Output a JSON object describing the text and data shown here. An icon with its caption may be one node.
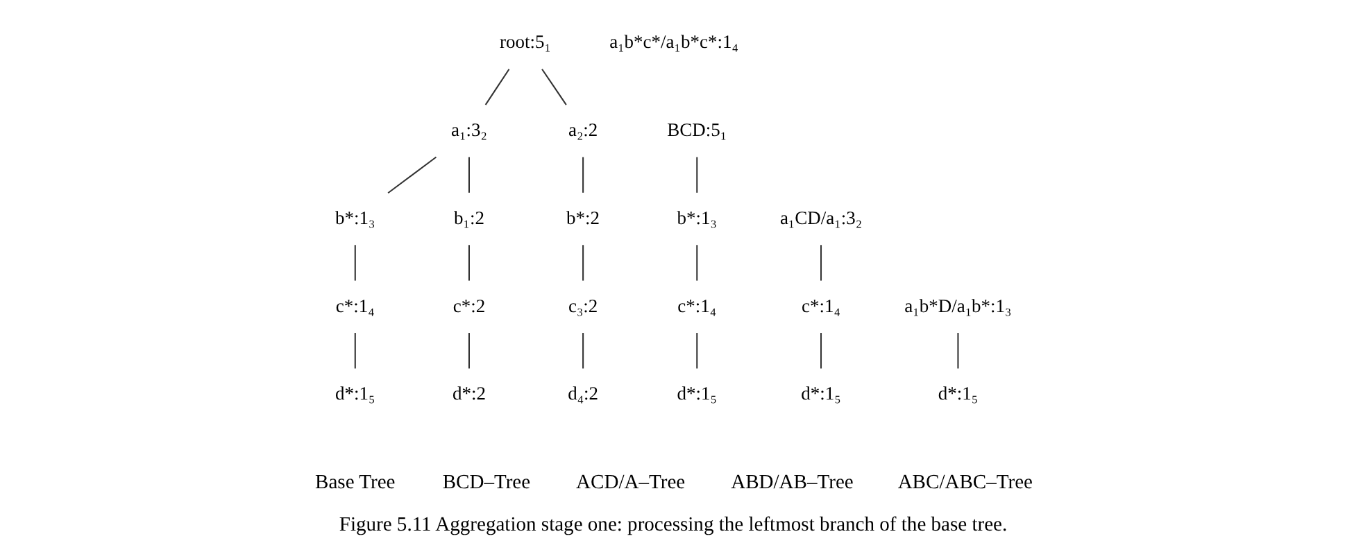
{
  "diagram": {
    "caption": "Figure 5.11 Aggregation stage one: processing the leftmost branch of the base tree.",
    "nodes": [
      {
        "text": [
          "root:5₁"
        ]
      },
      {
        "text": [
          "a₁:3₂"
        ]
      },
      {
        "text": [
          "a₂:2"
        ]
      },
      {
        "text": [
          "b*:1₃"
        ]
      },
      {
        "text": [
          "b₁:2"
        ]
      },
      {
        "text": [
          "b*:2"
        ]
      },
      {
        "text": [
          "c*:1₄"
        ]
      },
      {
        "text": [
          "c*:2"
        ]
      },
      {
        "text": [
          "c₃:2"
        ]
      },
      {
        "text": [
          "d*:1₅"
        ]
      },
      {
        "text": [
          "d*:2"
        ]
      },
      {
        "text": [
          "d₄:2"
        ]
      },
      {
        "text": [
          "BCD:5₁"
        ]
      },
      {
        "text": [
          "b*:1₃"
        ]
      },
      {
        "text": [
          "c*:1₄"
        ]
      },
      {
        "text": [
          "d*:1₅"
        ]
      },
      {
        "text": [
          "a₁CD/a₁:3₂"
        ]
      },
      {
        "text": [
          "c*:1₄"
        ]
      },
      {
        "text": [
          "d*:1₅"
        ]
      },
      {
        "text": [
          "a₁b*D/a₁b*:1₃"
        ]
      },
      {
        "text": [
          "d*:1₅"
        ]
      },
      {
        "text": [
          "a₁b*c*/a₁b*c*:1₄"
        ]
      }
    ],
    "edges": [
      {
        "from": 0,
        "to": 1,
        "arrow": "none"
      },
      {
        "from": 0,
        "to": 2,
        "arrow": "none"
      },
      {
        "from": 1,
        "to": 3,
        "arrow": "none"
      },
      {
        "from": 1,
        "to": 4,
        "arrow": "none"
      },
      {
        "from": 2,
        "to": 5,
        "arrow": "none"
      },
      {
        "from": 3,
        "to": 6,
        "arrow": "none"
      },
      {
        "from": 4,
        "to": 7,
        "arrow": "none"
      },
      {
        "from": 5,
        "to": 8,
        "arrow": "none"
      },
      {
        "from": 6,
        "to": 9,
        "arrow": "none"
      },
      {
        "from": 7,
        "to": 10,
        "arrow": "none"
      },
      {
        "from": 8,
        "to": 11,
        "arrow": "none"
      },
      {
        "from": 12,
        "to": 13,
        "arrow": "none"
      },
      {
        "from": 13,
        "to": 14,
        "arrow": "none"
      },
      {
        "from": 14,
        "to": 15,
        "arrow": "none"
      },
      {
        "from": 16,
        "to": 17,
        "arrow": "none"
      },
      {
        "from": 17,
        "to": 18,
        "arrow": "none"
      },
      {
        "from": 19,
        "to": 20,
        "arrow": "none"
      }
    ],
    "labels": [
      "Base Tree",
      "BCD–Tree",
      "ACD/A–Tree",
      "ABD/AB–Tree",
      "ABC/ABC–Tree"
    ]
  }
}
